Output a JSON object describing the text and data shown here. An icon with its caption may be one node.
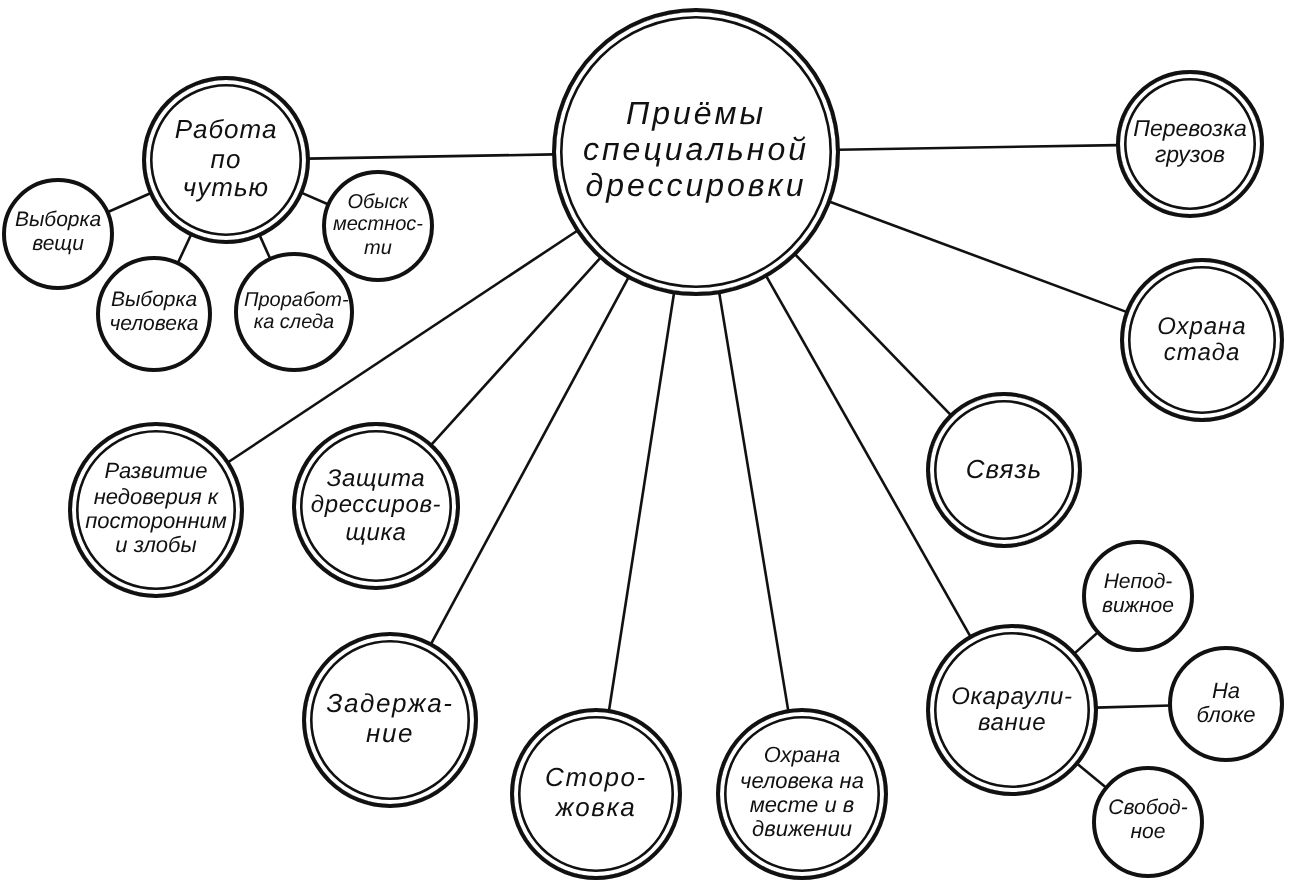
{
  "diagram": {
    "nodes": [
      {
        "text": [
          "Приёмы специальной дрессировки"
        ]
      },
      {
        "text": [
          "Работа по чутью"
        ]
      },
      {
        "text": [
          "Выборка вещи"
        ]
      },
      {
        "text": [
          "Обыск местнос- ти"
        ]
      },
      {
        "text": [
          "Выборка человека"
        ]
      },
      {
        "text": [
          "Проработ- ка следа"
        ]
      },
      {
        "text": [
          "Перевозка грузов"
        ]
      },
      {
        "text": [
          "Охрана стада"
        ]
      },
      {
        "text": [
          "Связь"
        ]
      },
      {
        "text": [
          "Окараули- вание"
        ]
      },
      {
        "text": [
          "Непод- вижное"
        ]
      },
      {
        "text": [
          "На блоке"
        ]
      },
      {
        "text": [
          "Свобод- ное"
        ]
      },
      {
        "text": [
          "Охрана человека на месте и в движении"
        ]
      },
      {
        "text": [
          "Сторо- жовка"
        ]
      },
      {
        "text": [
          "Задержа- ние"
        ]
      },
      {
        "text": [
          "Защита дрессиров- щика"
        ]
      },
      {
        "text": [
          "Развитие недоверия к посторонним и злобы"
        ]
      }
    ],
    "edges": [
      {
        "from": 0,
        "to": 1,
        "arrow": "none"
      },
      {
        "from": 1,
        "to": 2,
        "arrow": "none"
      },
      {
        "from": 1,
        "to": 3,
        "arrow": "none"
      },
      {
        "from": 1,
        "to": 4,
        "arrow": "none"
      },
      {
        "from": 1,
        "to": 5,
        "arrow": "none"
      },
      {
        "from": 0,
        "to": 6,
        "arrow": "none"
      },
      {
        "from": 0,
        "to": 7,
        "arrow": "none"
      },
      {
        "from": 0,
        "to": 8,
        "arrow": "none"
      },
      {
        "from": 0,
        "to": 9,
        "arrow": "none"
      },
      {
        "from": 0,
        "to": 13,
        "arrow": "none"
      },
      {
        "from": 0,
        "to": 14,
        "arrow": "none"
      },
      {
        "from": 0,
        "to": 15,
        "arrow": "none"
      },
      {
        "from": 0,
        "to": 16,
        "arrow": "none"
      },
      {
        "from": 0,
        "to": 17,
        "arrow": "none"
      },
      {
        "from": 9,
        "to": 10,
        "arrow": "none"
      },
      {
        "from": 9,
        "to": 11,
        "arrow": "none"
      },
      {
        "from": 9,
        "to": 12,
        "arrow": "none"
      }
    ]
  }
}
